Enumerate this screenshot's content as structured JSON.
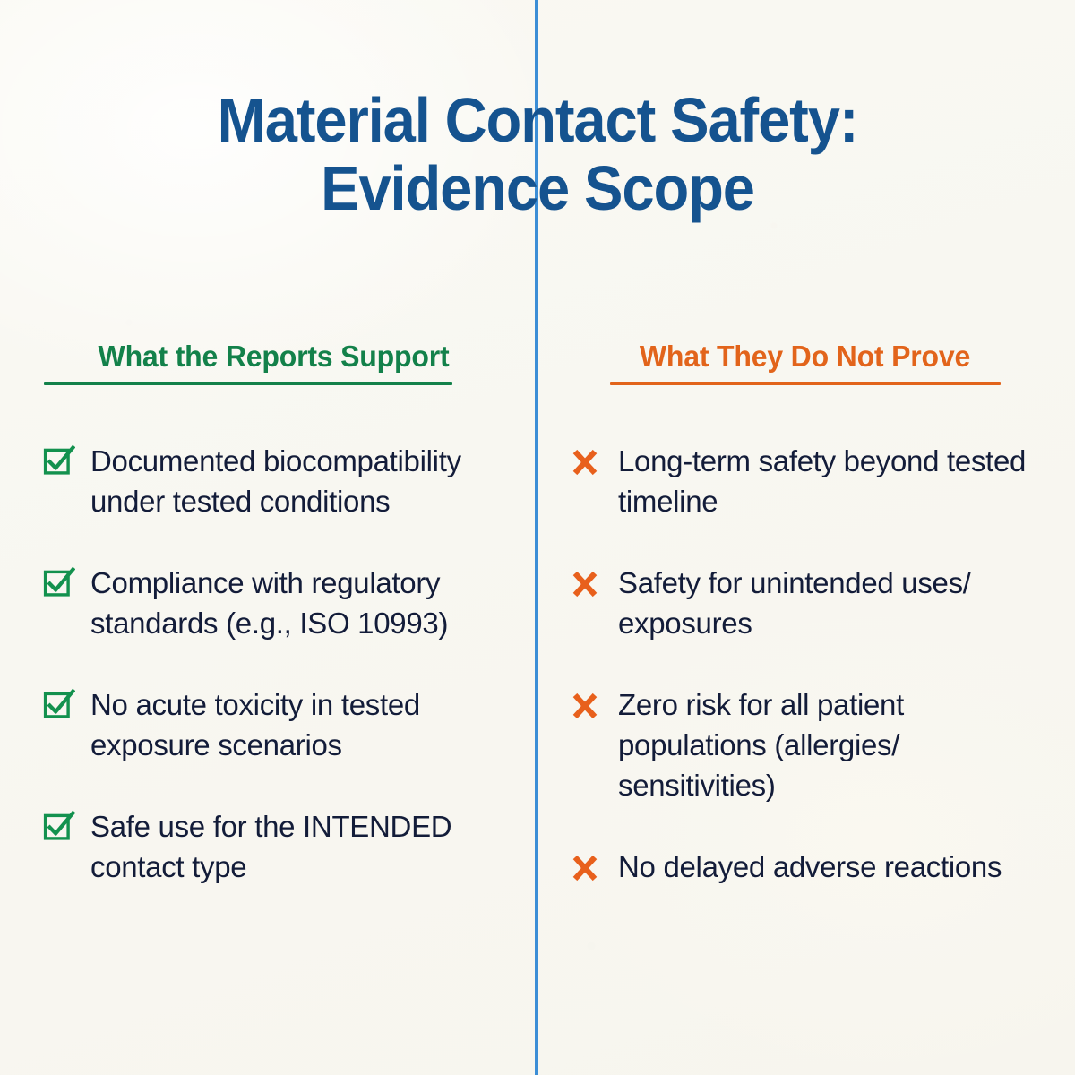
{
  "meta": {
    "background_color": "#faf9f4",
    "title_color": "#15538f",
    "divider_color": "#3c8ed6",
    "support_color": "#13814a",
    "refute_color": "#e2641b",
    "body_text_color": "#131c39"
  },
  "title": {
    "line1": "Material Contact Safety:",
    "line2": "Evidence Scope"
  },
  "divider": {
    "name": "vertical-divider",
    "color": "#3c8ed6"
  },
  "columns": [
    {
      "id": "support",
      "header": "What the Reports Support",
      "icon": "checkbox-checked-icon",
      "accent": "#13814a",
      "items": [
        "Documented biocompatibility under tested conditions",
        "Compliance with regulatory standards (e.g., ISO 10993)",
        "No acute toxicity in tested exposure scenarios",
        "Safe use for the INTENDED contact type"
      ]
    },
    {
      "id": "not-proven",
      "header": "What They Do Not Prove",
      "icon": "cross-mark-icon",
      "accent": "#e2641b",
      "items": [
        "Long-term safety beyond tested timeline",
        "Safety for unintended uses/ exposures",
        "Zero risk for all patient populations (allergies/ sensitivities)",
        "No delayed adverse reactions"
      ]
    }
  ]
}
